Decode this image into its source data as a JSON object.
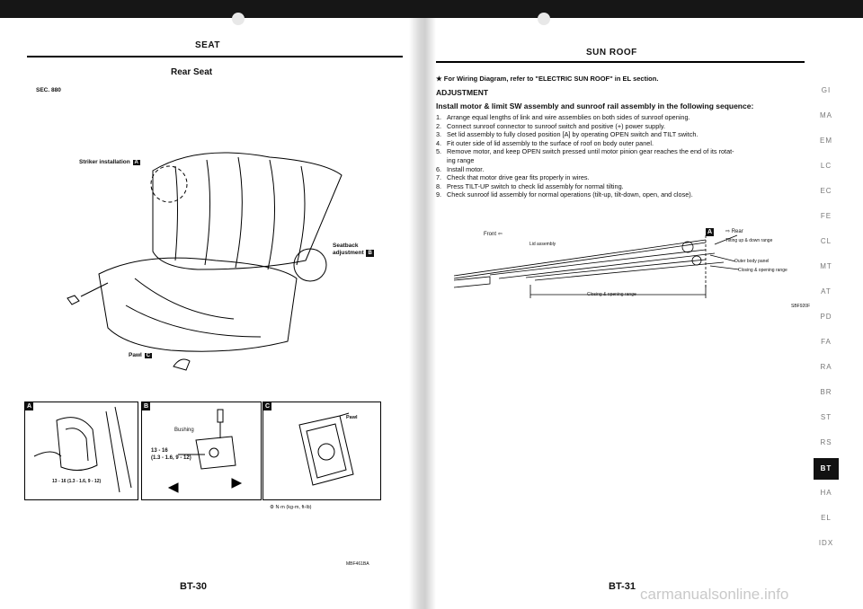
{
  "left_page": {
    "section_title": "SEAT",
    "subtitle": "Rear Seat",
    "sec_code": "SEC. 880",
    "labels": {
      "striker_installation": "Striker installation",
      "seatback_adjustment_1": "Seatback",
      "seatback_adjustment_2": "adjustment",
      "pawl": "Pawl",
      "bushing": "Bushing",
      "pawl_c": "Pawl"
    },
    "torque": {
      "a": "13 - 16 (1.3 - 1.6, 9 - 12)",
      "b_line1": "13 - 16",
      "b_line2": "(1.3 - 1.6, 9 - 12)"
    },
    "panel_labels": [
      "A",
      "B",
      "C"
    ],
    "legend": "N·m (kg-m, ft-lb)",
    "figure_code": "MBF461BA",
    "page_number": "BT-30"
  },
  "right_page": {
    "section_title": "SUN ROOF",
    "wiring_note": "★ For Wiring Diagram, refer to \"ELECTRIC SUN ROOF\" in EL section.",
    "adjustment_heading": "ADJUSTMENT",
    "install_heading": "Install motor & limit SW assembly and sunroof rail assembly in the following sequence:",
    "steps": [
      {
        "num": "1.",
        "text": "Arrange equal lengths of link and wire assemblies on both sides of sunroof opening."
      },
      {
        "num": "2.",
        "text": "Connect sunroof connector to sunroof switch and positive (+) power supply."
      },
      {
        "num": "3.",
        "text": "Set lid assembly to fully closed position [A] by operating OPEN switch and TILT switch."
      },
      {
        "num": "4.",
        "text": "Fit outer side of lid assembly to the surface of roof on body outer panel."
      },
      {
        "num": "5.",
        "text": "Remove motor, and keep OPEN switch pressed until motor pinion gear reaches the end of its rotat-"
      },
      {
        "num": "",
        "text": "ing range"
      },
      {
        "num": "6.",
        "text": "Install motor."
      },
      {
        "num": "7.",
        "text": "Check that motor drive gear fits properly in wires."
      },
      {
        "num": "8.",
        "text": "Press TILT-UP switch to check lid assembly for normal tilting."
      },
      {
        "num": "9.",
        "text": "Check sunroof lid assembly for normal operations (tilt-up, tilt-down, open, and close)."
      }
    ],
    "diagram": {
      "front": "Front",
      "rear": "Rear",
      "lid_assembly": "Lid assembly",
      "tilting_range": "Tilting up & down range",
      "outer_body_panel": "Outer body panel",
      "closing_opening_range": "Closing & opening range",
      "closing_opening_range_bottom": "Closing & opening range",
      "position_label": "A",
      "figure_code": "SBF920F"
    },
    "side_tabs": [
      "GI",
      "MA",
      "EM",
      "LC",
      "EC",
      "FE",
      "CL",
      "MT",
      "AT",
      "PD",
      "FA",
      "RA",
      "BR",
      "ST",
      "RS",
      "BT",
      "HA",
      "EL",
      "IDX"
    ],
    "active_tab": "BT",
    "page_number": "BT-31"
  },
  "watermark": "carmanualsonline.info"
}
